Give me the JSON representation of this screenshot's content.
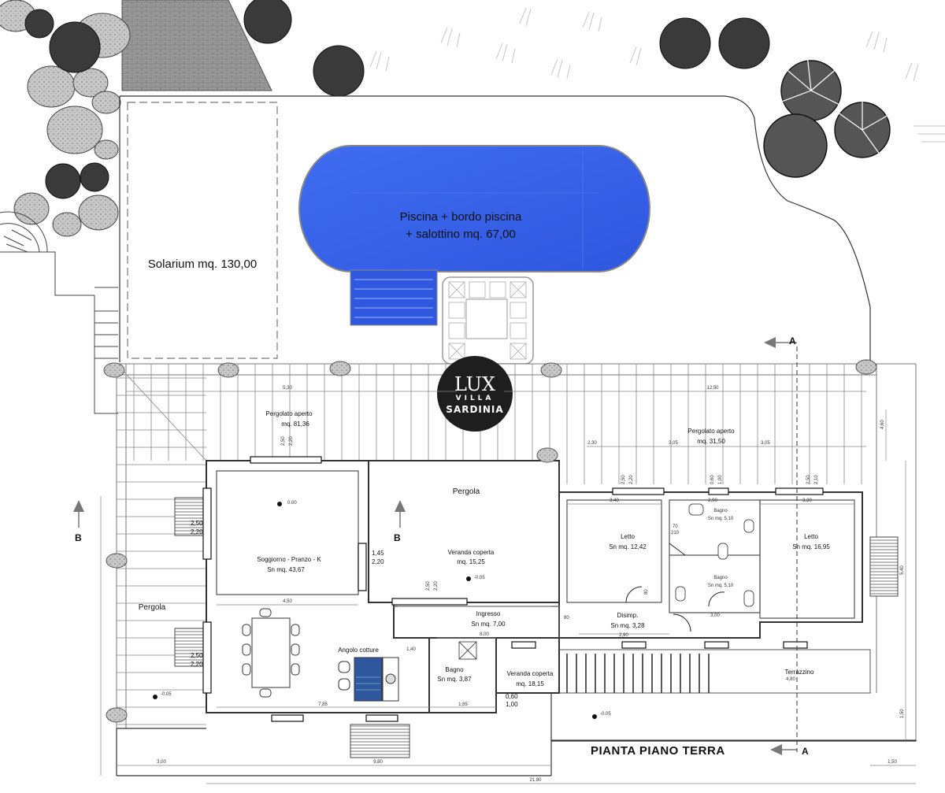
{
  "plan_title": "PIANTA PIANO TERRA",
  "logo": {
    "line1": "LUX",
    "line2": "VILLA",
    "line3": "SARDINIA"
  },
  "areas": {
    "solarium": "Solarium mq. 130,00",
    "pool_line1": "Piscina + bordo piscina",
    "pool_line2": "+ salottino mq. 67,00",
    "pergolato_left_name": "Pergolato aperto",
    "pergolato_left_area": "mq. 81,36",
    "pergolato_right_name": "Pergolato aperto",
    "pergolato_right_area": "mq. 31,50",
    "pergola_center": "Pergola",
    "pergola_left": "Pergola",
    "soggiorno_name": "Soggiorno - Pranzo - K",
    "soggiorno_area": "Sn mq. 43,67",
    "veranda_name": "Veranda coperta",
    "veranda_area": "mq. 15,25",
    "letto1_name": "Letto",
    "letto1_area": "Sn mq. 12,42",
    "letto2_name": "Letto",
    "letto2_area": "Sn mq. 16,95",
    "bagno1_name": "Bagno",
    "bagno1_area": "Sn mq. 5,10",
    "bagno2_name": "Bagno",
    "bagno2_area": "Sn mq. 5,10",
    "ingresso_name": "Ingresso",
    "ingresso_area": "Sn mq. 7,00",
    "disimp_name": "Disimp.",
    "disimp_area": "Sn mq. 3,28",
    "angolo_cottura": "Angolo cotture",
    "bagno3_name": "Bagno",
    "bagno3_area": "Sn mq. 3,87",
    "veranda2_name": "Veranda coperta",
    "veranda2_area": "mq. 18,15",
    "terrazzino": "Terrazzino"
  },
  "section_marks": {
    "a_top": "A",
    "a_bottom": "A",
    "b_left": "B",
    "b_center": "B"
  },
  "levels": {
    "soggiorno": "0.00",
    "veranda": "-0.05",
    "pergola": "-0.05",
    "outside": "-0.05"
  },
  "window_marks": {
    "w1": "2,50",
    "w1b": "2,20",
    "w2": "2,50",
    "w2b": "2,20",
    "w3": "2,50",
    "w3b": "2,20",
    "w4": "1,45",
    "w4b": "2,20",
    "w5": "2,50",
    "w5b": "2,20",
    "w6": "2,50",
    "w6b": "2,20",
    "w7": "2,50",
    "w7b": "2,10",
    "w8": "0,60",
    "w8b": "1,00",
    "w9": "0,60",
    "w9b": "1,00",
    "d1": "70",
    "d1b": "210",
    "d2": "80",
    "d3": "80"
  },
  "dimensions": {
    "d_5_30": "5,30",
    "d_12_50": "12,50",
    "d_4_50": "4,50",
    "d_3_40": "3,40",
    "d_3_30": "3,30",
    "d_2_90": "2,90",
    "d_3_00": "3,00",
    "d_8_00": "8,00",
    "d_2_90b": "2,90",
    "d_1_40": "1,40",
    "d_7_85": "7,85",
    "d_1_85": "1,85",
    "d_4_80": "4,80",
    "d_3_00b": "3,00",
    "d_9_80": "9,80",
    "d_21_80": "21,80",
    "d_1_50": "1,50",
    "d_2_30": "2,30",
    "d_3_05": "3,05",
    "d_3_05b": "3,05",
    "d_4_60": "4,60",
    "d_5_40": "5,40",
    "d_1_50b": "1,50"
  }
}
